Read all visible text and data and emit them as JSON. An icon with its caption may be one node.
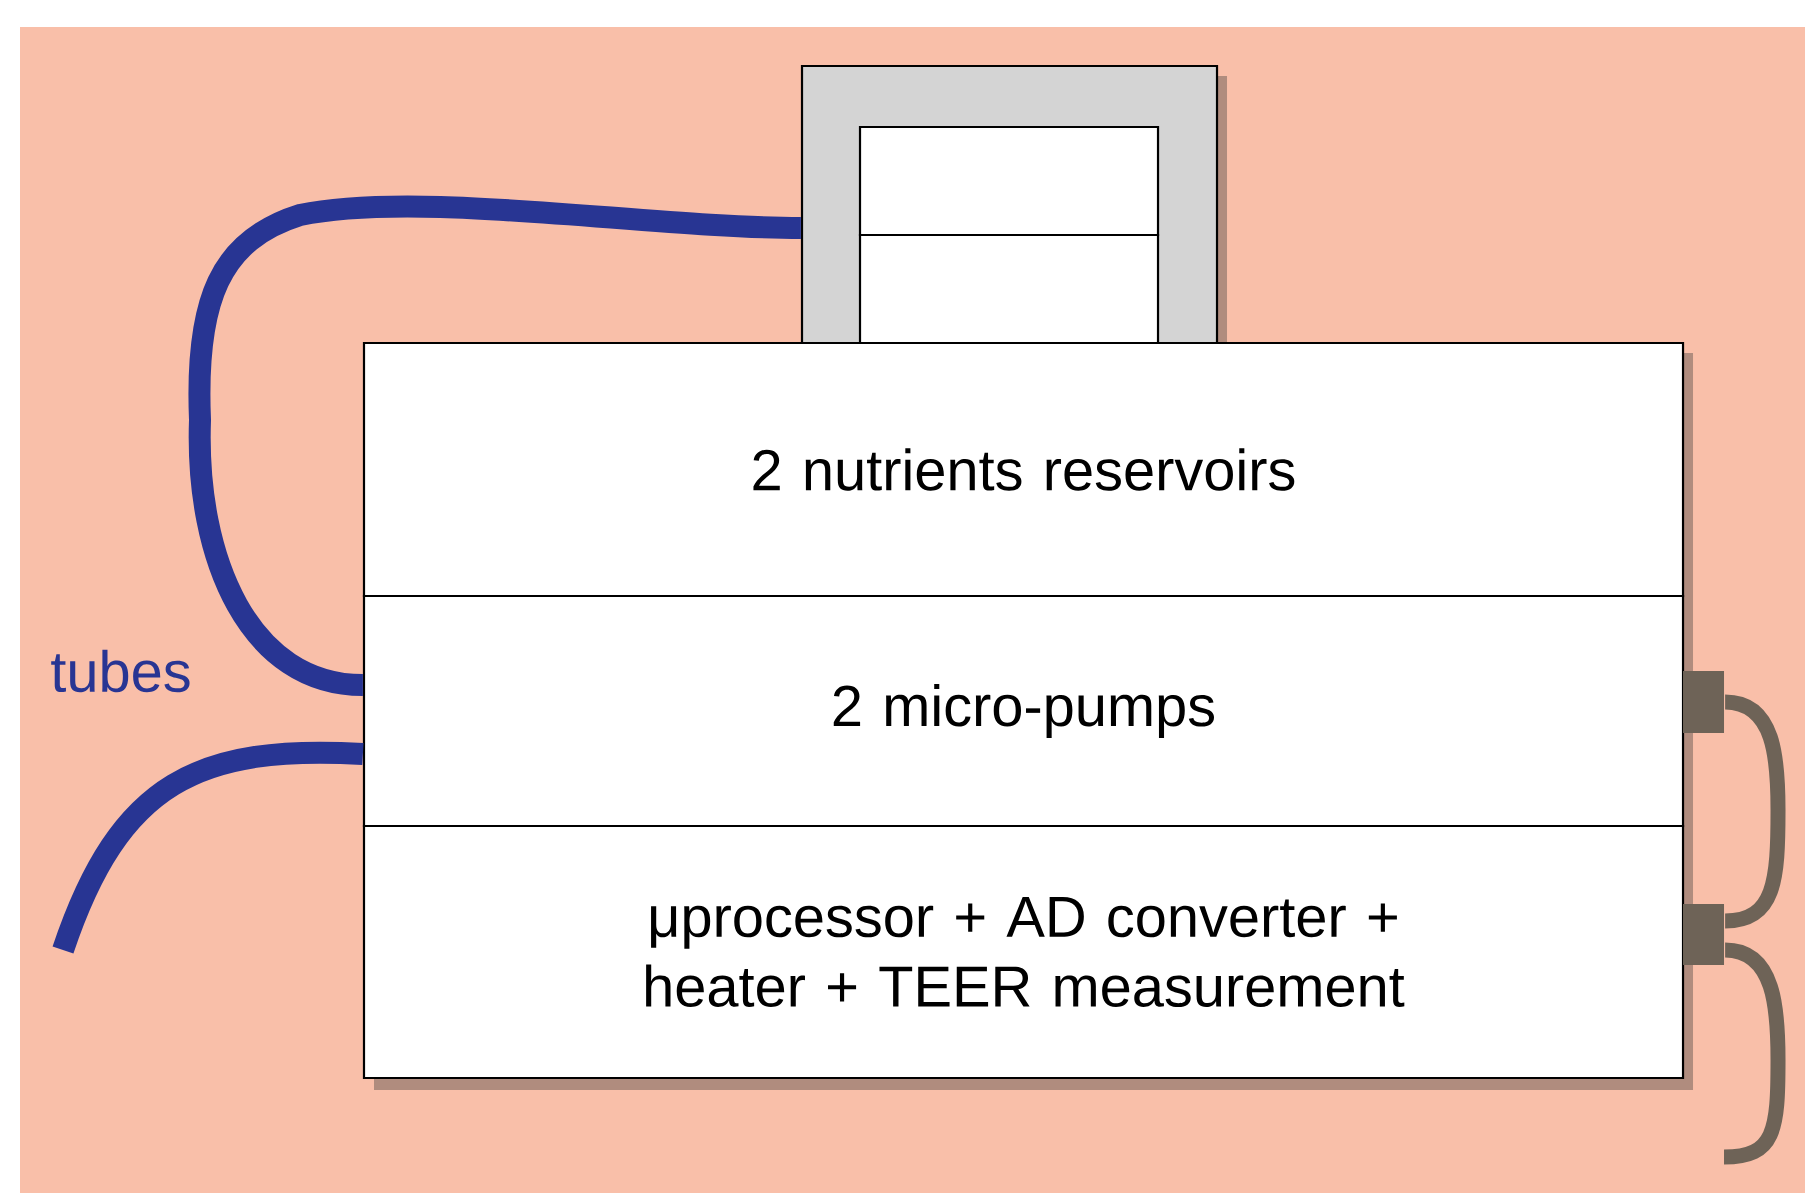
{
  "diagram": {
    "nodes": [
      {
        "text": [
          "2 nutrients reservoirs"
        ]
      },
      {
        "text": [
          "2 micro-pumps"
        ]
      },
      {
        "text": [
          "μprocessor + AD converter + heater + TEER measurement"
        ]
      },
      {
        "text": [],
        "shape": "box"
      },
      {
        "text": [],
        "shape": "box",
        "in": 3
      },
      {
        "text": [],
        "shape": "box",
        "in": 3
      },
      {
        "text": [],
        "shape": "box"
      },
      {
        "text": [],
        "shape": "box"
      }
    ],
    "edges": [
      {
        "from": 1,
        "to": 3,
        "arrow": "none",
        "color": "#283593"
      },
      {
        "from": 1,
        "to": null,
        "arrow": "none",
        "color": "#283593"
      },
      {
        "from": 6,
        "to": 7,
        "arrow": "none",
        "color": "#6e6357"
      },
      {
        "from": 7,
        "to": null,
        "arrow": "none",
        "color": "#6e6357"
      }
    ],
    "labels": [
      "tubes"
    ]
  }
}
